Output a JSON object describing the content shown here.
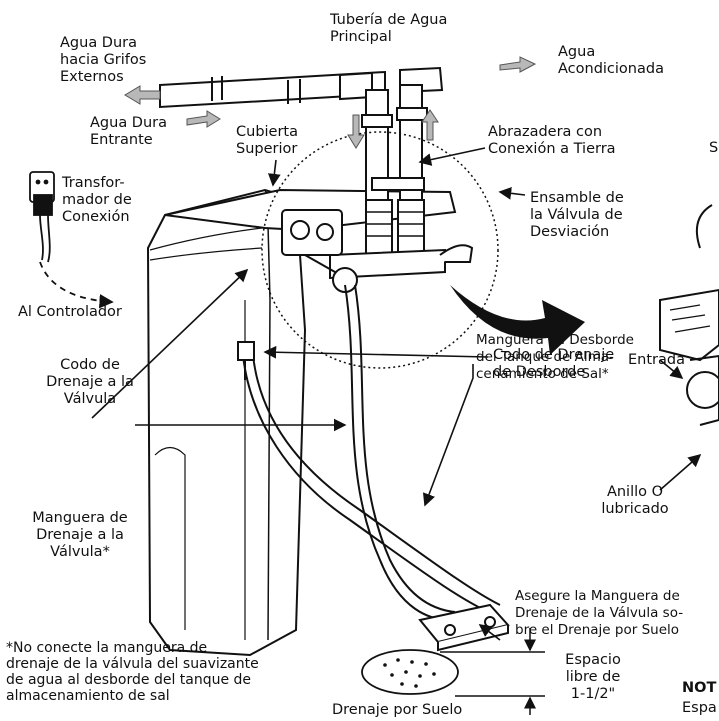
{
  "labels": {
    "main_pipe": "Tubería de Agua\nPrincipal",
    "hard_water_external": "Agua Dura\nhacia Grifos\nExternos",
    "conditioned_water": "Agua\nAcondicionada",
    "hard_water_incoming": "Agua Dura\nEntrante",
    "top_cover": "Cubierta\nSuperior",
    "ground_clamp": "Abrazadera con\nConexión a Tierra",
    "bypass_valve": "Ensamble de\nla Válvula de\nDesviación",
    "transformer": "Transfor-\nmador de\nConexión",
    "to_controller": "Al Controlador",
    "overflow_elbow": "Codo de Drenaje\nde Desborde",
    "valve_drain_elbow": "Codo de\nDrenaje a la\nVálvula",
    "salt_tank_overflow_hose": "Manguera de Desborde\ndel Tanque de Alma-\ncenamiento de Sal*",
    "valve_drain_hose": "Manguera de\nDrenaje a la\nVálvula*",
    "o_ring": "Anillo O\nlubricado",
    "inlet": "Entrada",
    "secure_hose": "Asegure la Manguera de\nDrenaje de la Válvula so-\nbre el Drenaje por Suelo",
    "air_gap": "Espacio\nlibre de\n1-1/2\"",
    "floor_drain": "Drenaje por Suelo",
    "footnote": "*No conecte la manguera de\ndrenaje de la válvula del suavizante\nde agua al desborde del tanque de\nalmacenamiento de sal",
    "note_partial": "NOT",
    "note_partial_2": "Espa",
    "top_right_partial": "S"
  },
  "colors": {
    "ink": "#111111",
    "arrow_gray": "#b8b8b8",
    "background": "#ffffff"
  }
}
